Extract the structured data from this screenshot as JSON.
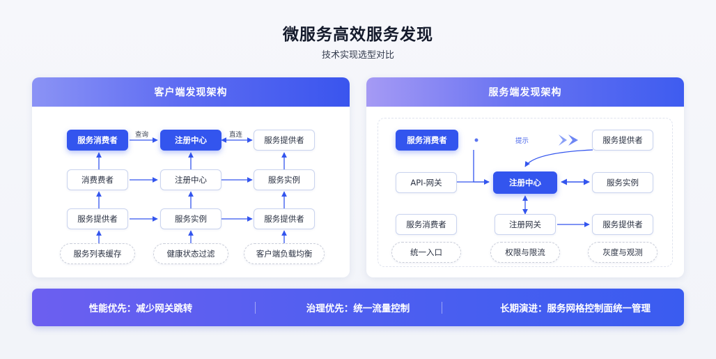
{
  "header": {
    "title": "微服务高效服务发现",
    "subtitle": "技术实现选型对比"
  },
  "client_panel": {
    "title": "客户端发现架构",
    "row1": {
      "consumer": "服务消费者",
      "registry": "注册中心",
      "provider": "服务提供者",
      "query_label": "查询",
      "direct_label": "直连"
    },
    "row2": {
      "consumer": "消费费者",
      "registry": "注册中心",
      "instance": "服务实例"
    },
    "row3": {
      "provider": "服务提供者",
      "instance": "服务实例",
      "provider2": "服务提供者"
    },
    "row4": {
      "cache": "服务列表缓存",
      "health": "健康状态过滤",
      "balance": "客户端负载均衡"
    }
  },
  "server_panel": {
    "title": "服务端发现架构",
    "consumer": "服务消费者",
    "hint_label": "提示",
    "provider": "服务提供者",
    "gateway": "API-网关",
    "registry": "注册中心",
    "instance": "服务实例",
    "consumer2": "服务消费者",
    "registry_gateway": "注册网关",
    "provider2": "服务提供者",
    "unified_entry": "统一入口",
    "rate_limit": "权限与限流",
    "gray": "灰度与观测"
  },
  "bottom_bar": {
    "item1": "性能优先：减少网关跳转",
    "item2": "治理优先：统一流量控制",
    "item3": "长期演进：服务网格控制面统一管理"
  },
  "colors": {
    "primary": "#3355ee",
    "node_border": "#c9d3ee",
    "arrow": "#3355ee"
  }
}
